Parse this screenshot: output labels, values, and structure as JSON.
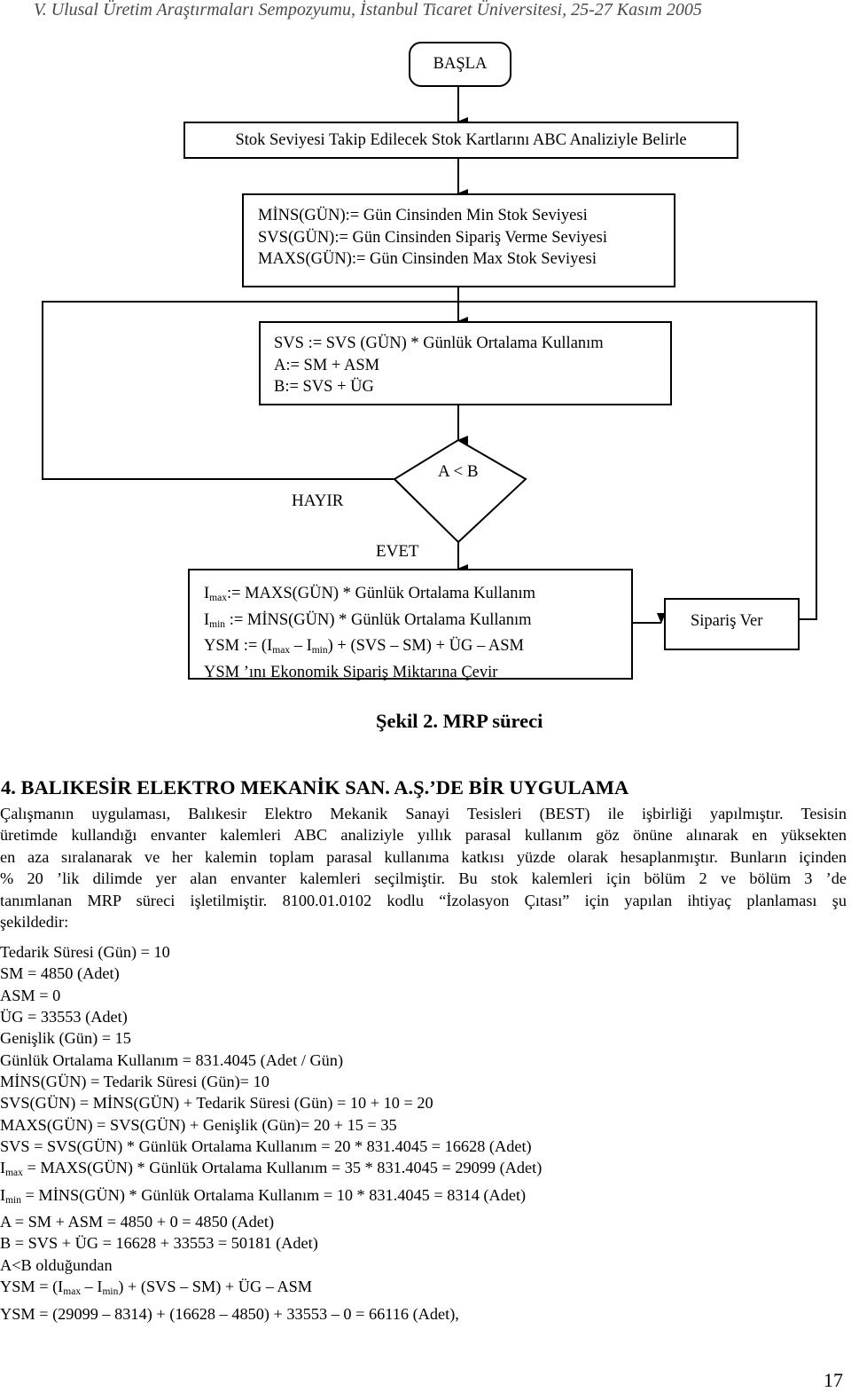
{
  "header": "V. Ulusal Üretim Araştırmaları Sempozyumu, İstanbul Ticaret Üniversitesi, 25-27 Kasım 2005",
  "flowchart": {
    "start": "BAŞLA",
    "step1": "Stok Seviyesi Takip Edilecek Stok Kartlarını ABC Analiziyle Belirle",
    "step2": [
      "MİNS(GÜN):= Gün Cinsinden Min Stok Seviyesi",
      "SVS(GÜN):= Gün Cinsinden Sipariş Verme Seviyesi",
      "MAXS(GÜN):= Gün Cinsinden Max Stok Seviyesi"
    ],
    "step3": [
      "SVS := SVS (GÜN) * Günlük Ortalama Kullanım",
      "A:= SM + ASM",
      "B:= SVS + ÜG"
    ],
    "decision": "A < B",
    "no_label": "HAYIR",
    "yes_label": "EVET",
    "step4": {
      "l1_i": "I",
      "l1_sub": "max",
      "l1_rest": ":= MAXS(GÜN) * Günlük Ortalama Kullanım",
      "l2_i": "I",
      "l2_sub": "min",
      "l2_rest": " := MİNS(GÜN) * Günlük Ortalama Kullanım",
      "l3_a": "YSM := (I",
      "l3_sub1": "max",
      "l3_b": " – I",
      "l3_sub2": "min",
      "l3_c": ") + (SVS – SM) + ÜG – ASM",
      "l4": "YSM ’ını Ekonomik Sipariş Miktarına Çevir"
    },
    "order": "Sipariş Ver"
  },
  "caption": "Şekil 2. MRP süreci",
  "section_heading": "4. BALIKESİR ELEKTRO MEKANİK SAN. A.Ş.’DE BİR UYGULAMA",
  "paragraph": [
    "Çalışmanın uygulaması, Balıkesir Elektro Mekanik Sanayi Tesisleri (BEST) ile işbirliği yapılmıştır. Tesisin",
    "üretimde kullandığı envanter kalemleri ABC analiziyle yıllık parasal kullanım göz önüne alınarak en yüksekten",
    "en aza sıralanarak ve her kalemin toplam parasal kullanıma katkısı yüzde olarak hesaplanmıştır. Bunların içinden",
    "% 20 ’lik dilimde yer alan envanter kalemleri seçilmiştir. Bu stok kalemleri için bölüm 2 ve bölüm 3 ’de",
    "tanımlanan MRP süreci işletilmiştir. 8100.01.0102 kodlu “İzolasyon Çıtası” için yapılan ihtiyaç planlaması şu",
    "şekildedir:"
  ],
  "calc": {
    "l1": "Tedarik Süresi (Gün) = 10",
    "l2": "SM = 4850 (Adet)",
    "l3": "ASM = 0",
    "l4": "ÜG = 33553 (Adet)",
    "l5": "Genişlik (Gün) = 15",
    "l6": "Günlük Ortalama Kullanım = 831.4045 (Adet / Gün)",
    "l7": "MİNS(GÜN) = Tedarik Süresi (Gün)= 10",
    "l8": "SVS(GÜN) = MİNS(GÜN) + Tedarik Süresi (Gün) = 10 + 10 = 20",
    "l9": "MAXS(GÜN) = SVS(GÜN) + Genişlik (Gün)= 20 + 15 =  35",
    "l10": "SVS = SVS(GÜN) * Günlük Ortalama Kullanım = 20 * 831.4045 = 16628 (Adet)",
    "l11_i": "I",
    "l11_sub": "max",
    "l11_rest": " = MAXS(GÜN) * Günlük Ortalama Kullanım = 35 * 831.4045 = 29099 (Adet)",
    "l12_i": "I",
    "l12_sub": "min",
    "l12_rest": " = MİNS(GÜN) * Günlük Ortalama Kullanım = 10 * 831.4045 = 8314 (Adet)",
    "l13": "A =  SM + ASM = 4850 + 0 = 4850 (Adet)",
    "l14": "B = SVS + ÜG = 16628 + 33553 = 50181 (Adet)",
    "l15": "A<B olduğundan",
    "l16_a": "YSM = (I",
    "l16_sub1": "max",
    "l16_b": " – I",
    "l16_sub2": "min",
    "l16_c": ") + (SVS – SM) + ÜG – ASM",
    "l17": "YSM = (29099 – 8314) + (16628 – 4850) + 33553 – 0 = 66116 (Adet),"
  },
  "page_number": "17"
}
